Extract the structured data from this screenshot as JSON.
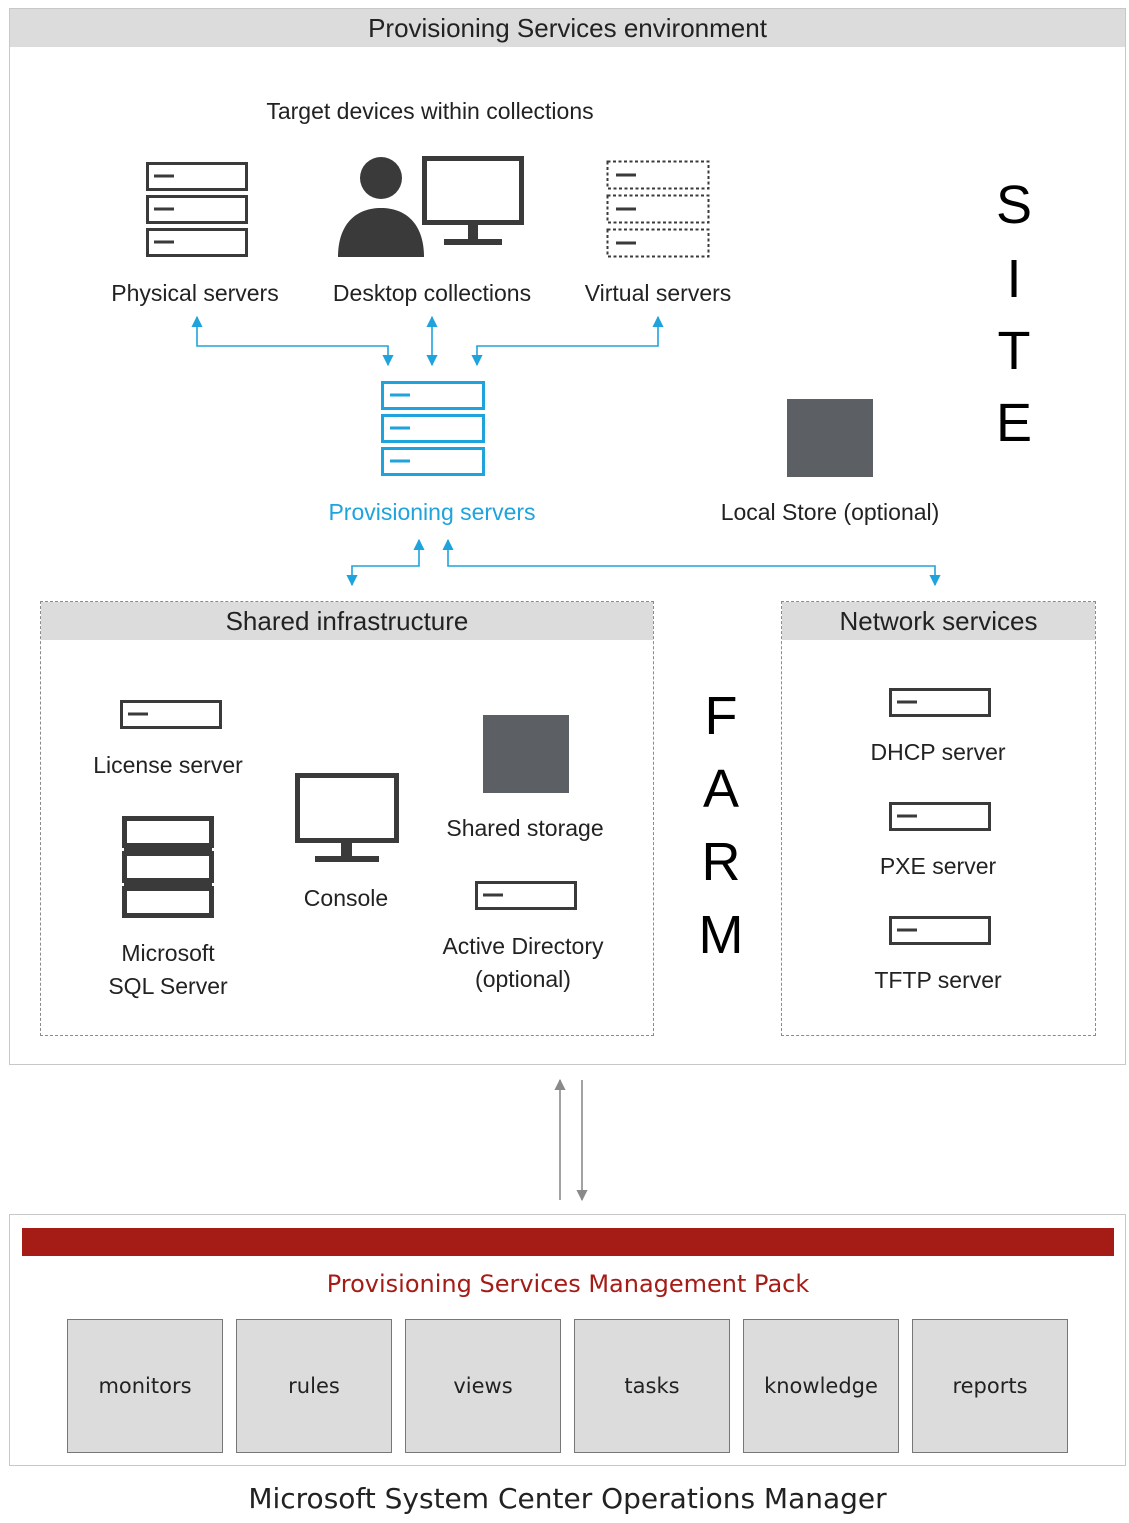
{
  "environment": {
    "title": "Provisioning Services environment",
    "site_letters": [
      "S",
      "I",
      "T",
      "E"
    ],
    "farm_letters": [
      "F",
      "A",
      "R",
      "M"
    ]
  },
  "targets": {
    "heading": "Target devices within collections",
    "physical_label": "Physical servers",
    "desktop_label": "Desktop collections",
    "virtual_label": "Virtual servers"
  },
  "provisioning": {
    "servers_label": "Provisioning servers",
    "local_store_label": "Local Store (optional)"
  },
  "shared_infrastructure": {
    "title": "Shared infrastructure",
    "license_label": "License server",
    "sql_label_line1": "Microsoft",
    "sql_label_line2": "SQL Server",
    "console_label": "Console",
    "storage_label": "Shared storage",
    "ad_label_line1": "Active Directory",
    "ad_label_line2": "(optional)"
  },
  "network_services": {
    "title": "Network services",
    "dhcp_label": "DHCP server",
    "pxe_label": "PXE server",
    "tftp_label": "TFTP server"
  },
  "management_pack": {
    "title": "Provisioning Services Management Pack",
    "tiles": [
      "monitors",
      "rules",
      "views",
      "tasks",
      "knowledge",
      "reports"
    ]
  },
  "scom": {
    "title": "Microsoft System Center Operations Manager"
  },
  "colors": {
    "accent_blue": "#1ea3dc",
    "management_red": "#a51c17",
    "icon_dark": "#3a3a3a",
    "storage_gray": "#5c5f63",
    "header_gray": "#dcdcdc"
  }
}
